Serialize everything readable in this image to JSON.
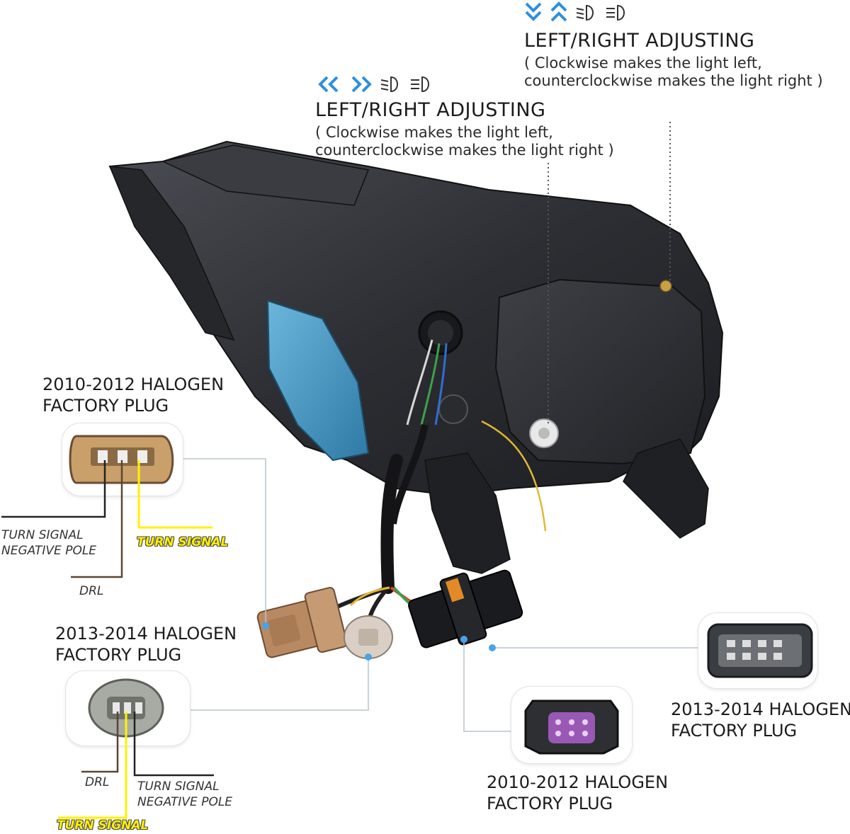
{
  "top_adjust": {
    "title": "LEFT/RIGHT ADJUSTING",
    "line1": "( Clockwise makes the light left,",
    "line2": "counterclockwise makes the light right )",
    "icons": [
      "chevron-down-icon",
      "chevron-up-icon",
      "low-beam-icon",
      "high-beam-icon"
    ],
    "accent": "#2f8fe0"
  },
  "mid_adjust": {
    "title": "LEFT/RIGHT ADJUSTING",
    "line1": "( Clockwise makes the light left,",
    "line2": "counterclockwise makes the light right )",
    "icons": [
      "chevron-left-icon",
      "chevron-right-icon",
      "low-beam-icon",
      "high-beam-icon"
    ],
    "accent": "#2f8fe0"
  },
  "plug_2010_left": {
    "line1": "2010-2012 HALOGEN",
    "line2": "FACTORY PLUG",
    "wire_neg_line1": "TURN SIGNAL",
    "wire_neg_line2": "NEGATIVE POLE",
    "wire_turn": "TURN SIGNAL",
    "wire_drl": "DRL"
  },
  "plug_2013_left": {
    "line1": "2013-2014 HALOGEN",
    "line2": "FACTORY PLUG",
    "wire_drl": "DRL",
    "wire_neg_line1": "TURN SIGNAL",
    "wire_neg_line2": "NEGATIVE POLE",
    "wire_turn": "TURN SIGNAL"
  },
  "plug_2013_right": {
    "line1": "2013-2014 HALOGEN",
    "line2": "FACTORY PLUG"
  },
  "plug_2010_bottom": {
    "line1": "2010-2012 HALOGEN",
    "line2": "FACTORY PLUG"
  },
  "colors": {
    "turn_signal_yellow": "#fff200",
    "drl_brown": "#5a4632",
    "negative_black": "#222222",
    "plug_tan": "#c9a06a",
    "plug_purple": "#9a58b5",
    "housing_dark": "#2e3035",
    "module_blue": "#4a9ac4"
  }
}
